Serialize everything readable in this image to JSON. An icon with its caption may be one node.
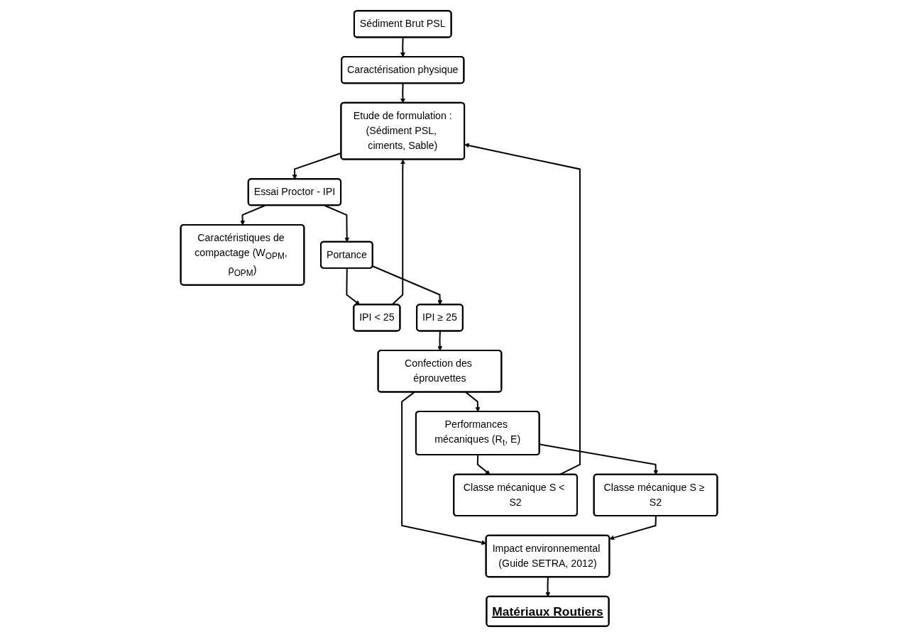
{
  "diagram": {
    "nodes": [
      {
        "text": [
          "Sédiment Brut PSL"
        ]
      },
      {
        "text": [
          "Caractérisation physique"
        ]
      },
      {
        "text": [
          "Etude de formulation :",
          "(Sédiment PSL, ciments, Sable)"
        ]
      },
      {
        "text": [
          "Essai Proctor - IPI"
        ]
      },
      {
        "text": [
          "Caractéristiques de compactage (W$_{OPM}$, ρ$_{OPM}$)"
        ]
      },
      {
        "text": [
          "Portance"
        ]
      },
      {
        "text": [
          "IPI < 25"
        ]
      },
      {
        "text": [
          "IPI ≥ 25"
        ]
      },
      {
        "text": [
          "Confection des éprouvettes"
        ]
      },
      {
        "text": [
          "Performances mécaniques (R$_{t}$, E)"
        ]
      },
      {
        "text": [
          "Impact environnemental (Guide SETRA, 2012)"
        ]
      },
      {
        "text": [
          "Classe mécanique S ≥ S2"
        ]
      },
      {
        "text": [
          "Classe mécanique S < S2"
        ]
      },
      {
        "text": [
          "Matériaux Routiers"
        ]
      }
    ],
    "edges": [
      {
        "from": 0,
        "to": 1,
        "arrow": "to"
      },
      {
        "from": 1,
        "to": 2,
        "arrow": "to"
      },
      {
        "from": 2,
        "to": 3,
        "arrow": "to"
      },
      {
        "from": 3,
        "to": 4,
        "arrow": "to"
      },
      {
        "from": 3,
        "to": 5,
        "arrow": "to"
      },
      {
        "from": 5,
        "to": 6,
        "arrow": "to"
      },
      {
        "from": 5,
        "to": 7,
        "arrow": "to"
      },
      {
        "from": 6,
        "to": 2,
        "arrow": "to"
      },
      {
        "from": 7,
        "to": 8,
        "arrow": "to"
      },
      {
        "from": 8,
        "to": 9,
        "arrow": "to"
      },
      {
        "from": 8,
        "to": 10,
        "arrow": "to"
      },
      {
        "from": 9,
        "to": 11,
        "arrow": "to"
      },
      {
        "from": 9,
        "to": 12,
        "arrow": "to"
      },
      {
        "from": 11,
        "to": 10,
        "arrow": "to"
      },
      {
        "from": 12,
        "to": 2,
        "arrow": "to"
      },
      {
        "from": 10,
        "to": 13,
        "arrow": "to"
      }
    ]
  }
}
